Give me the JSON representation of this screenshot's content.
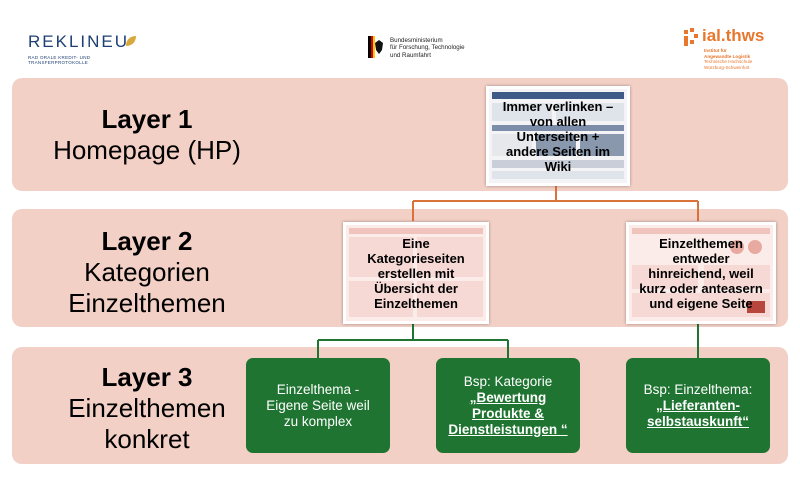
{
  "logos": {
    "reklineu": {
      "name": "REKLINEU",
      "sub": "RAD ORALE KREDIT- UND TRANSFERPROTOKOLLE"
    },
    "bmbf": {
      "lines": [
        "Bundesministerium",
        "für Forschung, Technologie",
        "und Raumfahrt"
      ]
    },
    "ial": {
      "name": "ial.thws",
      "sub": [
        "Institut für",
        "Angewandte Logistik",
        "Technische Hochschule",
        "Würzburg-Schweinfurt"
      ]
    }
  },
  "layers": [
    {
      "title": "Layer 1",
      "subtitle_lines": [
        "Homepage (HP)"
      ]
    },
    {
      "title": "Layer 2",
      "subtitle_lines": [
        "Kategorien",
        "Einzelthemen"
      ]
    },
    {
      "title": "Layer 3",
      "subtitle_lines": [
        "Einzelthemen",
        "konkret"
      ]
    }
  ],
  "thumbnails": {
    "homepage": "Immer verlinken – von allen Unterseiten + andere Seiten im Wiki",
    "categories": "Eine Kategorieseiten erstellen mit Übersicht der Einzelthemen",
    "single_topics": "Einzelthemen entweder hinreichend, weil kurz oder anteasern und eigene Seite"
  },
  "boxes": {
    "topic_own": {
      "line1": "Einzelthema -",
      "line2": "Eigene Seite weil",
      "line3": "zu komplex"
    },
    "category_example": {
      "prefix": "Bsp: Kategorie",
      "link": "„Bewertung Produkte & Dienstleistungen “"
    },
    "topic_example": {
      "prefix": "Bsp: Einzelthema:",
      "link": "„Lieferanten-selbstauskunft“"
    }
  },
  "colors": {
    "band": "#f3d0c6",
    "green": "#1e7430",
    "connector_orange": "#d9733a",
    "connector_green": "#1e7430"
  }
}
